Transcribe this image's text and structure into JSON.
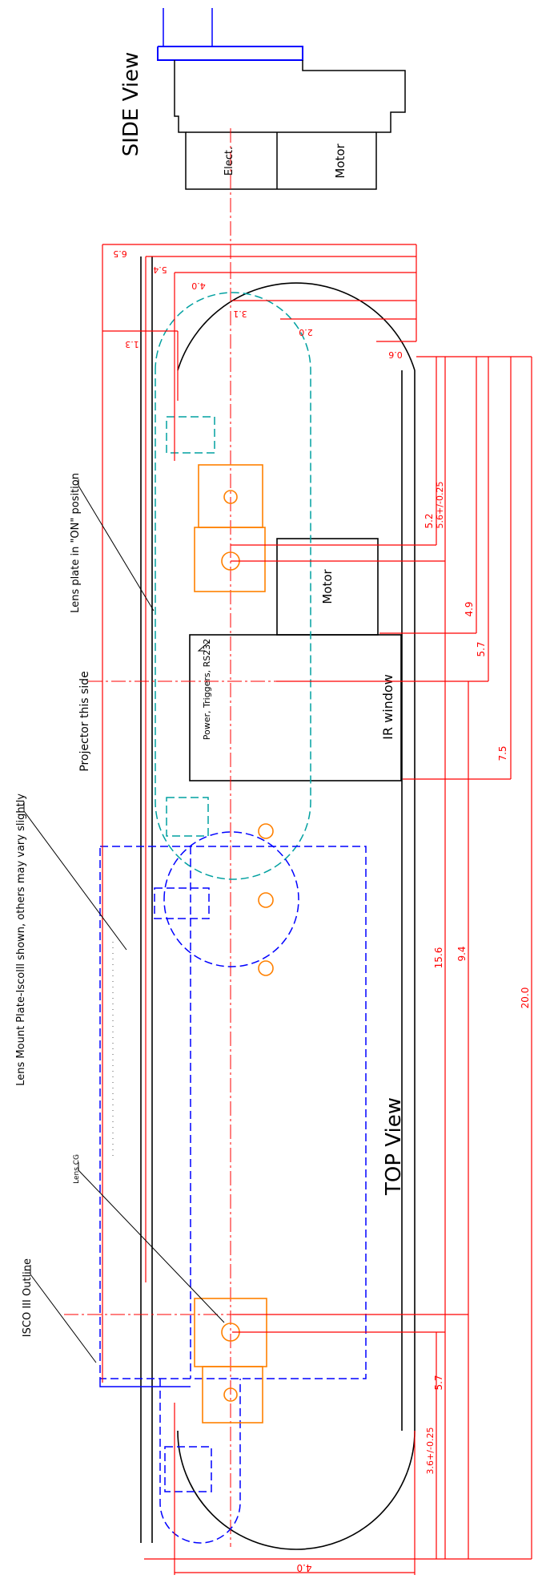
{
  "views": {
    "side_view": "SIDE View",
    "top_view": "TOP View"
  },
  "components": {
    "elect": "Elect.",
    "motor_side": "Motor",
    "motor_top": "Motor",
    "ir_window": "IR window",
    "power_box": "Power, Triggers, RS232"
  },
  "callouts": {
    "isco_outline": "ISCO III Outline",
    "lens_cg": "Lens CG",
    "lens_mount": "Lens Mount Plate-Iscolll shown, others may vary slightly",
    "projector_side": "Projector this side",
    "lens_plate_on": "Lens plate in \"ON\" position"
  },
  "dimensions_side": [
    "6.5",
    "5.4",
    "4.0",
    "3.1",
    "2.0",
    "0.6",
    "1.3"
  ],
  "dimensions_right": [
    "5.2",
    "5.6+/-0.25",
    "4.9",
    "5.7",
    "7.5",
    "15.6",
    "9.4",
    "5.7",
    "3.6+/-0.25",
    "20.0"
  ],
  "dimension_bottom": "4.0",
  "colors": {
    "outline": "#000000",
    "dimension": "#ff0000",
    "lens_mount": "#00a0a0",
    "isco": "#0000ff",
    "component": "#ff8000"
  }
}
